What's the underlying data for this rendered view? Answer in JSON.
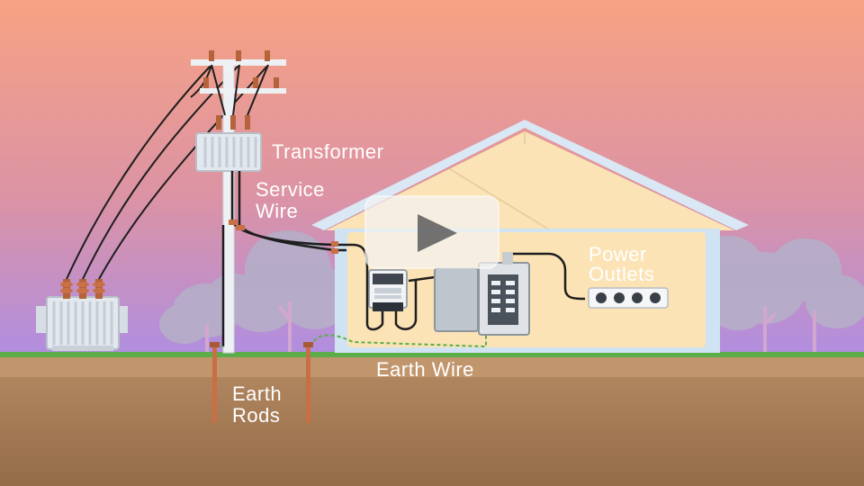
{
  "labels": {
    "transformer": "Transformer",
    "service_wire_line1": "Service",
    "service_wire_line2": "Wire",
    "power_outlets_line1": "Power",
    "power_outlets_line2": "Outlets",
    "earth_wire": "Earth Wire",
    "earth_rods_line1": "Earth",
    "earth_rods_line2": "Rods"
  },
  "colors": {
    "sky_top": "#f7a283",
    "sky_bottom": "#b88ed8",
    "ground": "#a07a56",
    "grass": "#5cad4a",
    "house_wall": "#fbdfad",
    "house_trim": "#cfe3f2",
    "wire": "#1e1e1e",
    "earth_wire": "#6bb84a",
    "copper": "#c86f46"
  },
  "icons": {
    "play": "play-icon"
  }
}
